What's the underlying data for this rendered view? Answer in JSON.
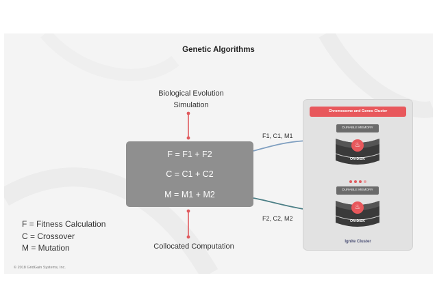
{
  "title": "Genetic Algorithms",
  "top_label": {
    "line1": "Biological Evolution",
    "line2": "Simulation"
  },
  "bottom_label": "Collocated Computation",
  "formulas": [
    "F = F1 + F2",
    "C = C1 + C2",
    "M = M1 + M2"
  ],
  "legend": [
    "F = Fitness Calculation",
    "C = Crossover",
    "M = Mutation"
  ],
  "arrows": {
    "upper_label": "F1, C1, M1",
    "lower_label": "F2, C2, M2"
  },
  "cluster": {
    "header": "Chromosome and Genes Cluster",
    "footer": "Ignite Cluster",
    "nodes": [
      {
        "memory_label": "DURABLE MEMORY",
        "disk_label": "ON-DISK",
        "icon": "flame-icon"
      },
      {
        "memory_label": "DURABLE MEMORY",
        "disk_label": "ON-DISK",
        "icon": "flame-icon"
      }
    ]
  },
  "copyright": "© 2018 GridGain Systems, Inc.",
  "colors": {
    "accent": "#e8585c",
    "formula_box": "#8f8f8f",
    "arrow_upper": "#7f9fc0",
    "arrow_lower": "#4c7f86",
    "connector": "#e05a5e",
    "cluster_footer": "#4a4f74"
  }
}
